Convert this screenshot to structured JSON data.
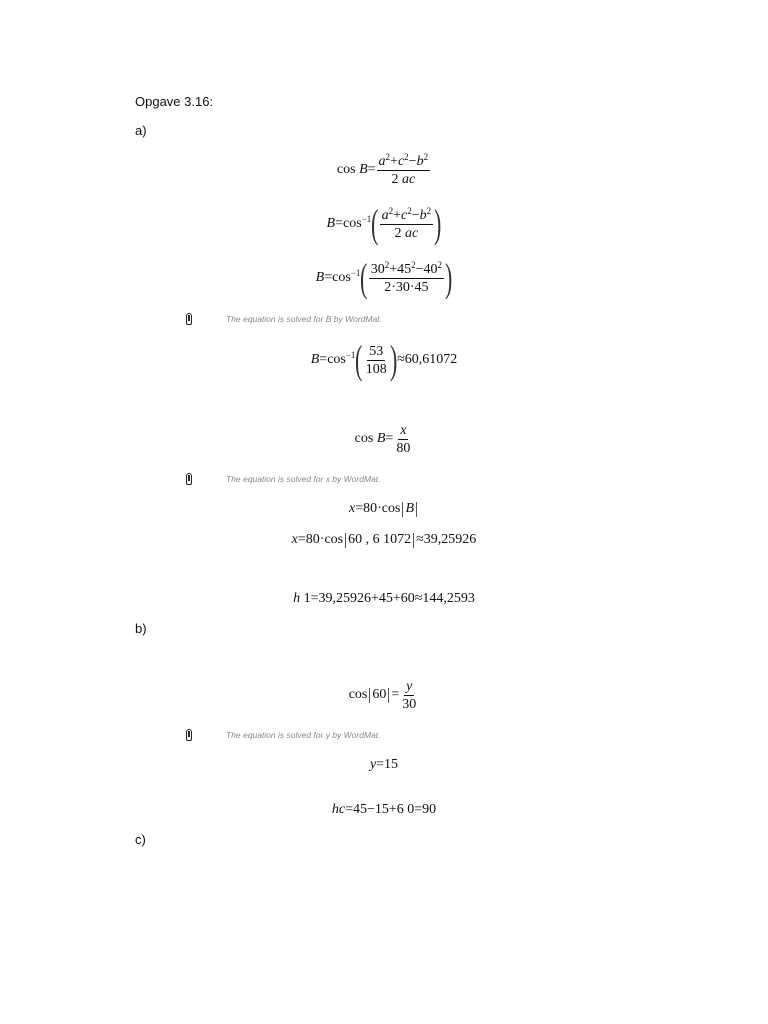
{
  "title": "Opgave 3.16:",
  "sections": {
    "a": "a)",
    "b": "b)",
    "c": "c)"
  },
  "notes": {
    "solve_B": "The equation is solved for B by WordMat.",
    "solve_x": "The equation is solved for x by WordMat.",
    "solve_y": "The equation is solved for y by WordMat."
  },
  "note_icon": "solver-icon",
  "eq": {
    "cos": "cos",
    "cos_inv_sup": "−1",
    "B": "B",
    "x": "x",
    "y": "y",
    "h1": "h",
    "hc": "hc",
    "e1_num": "a²+c²−b²",
    "e1_den": "2 ac",
    "e3_num": "30²+45²−40²",
    "e3_den": "2·30·45",
    "e4_num": "53",
    "e4_den": "108",
    "e4_result": "≈60,61072",
    "e5_num": "x",
    "e5_den": "80",
    "e6_rhs": "=80·cos",
    "e7_rhs": "=80·cos",
    "e7_arg": "60 , 6 1072",
    "e7_result": "≈39,25926",
    "e8_rhs": "1=39,25926+45+60≈144,2593",
    "e9_arg": "60",
    "e9_num": "y",
    "e9_den": "30",
    "e10_rhs": "=15",
    "e11_rhs": "=45−15+6 0=90"
  }
}
